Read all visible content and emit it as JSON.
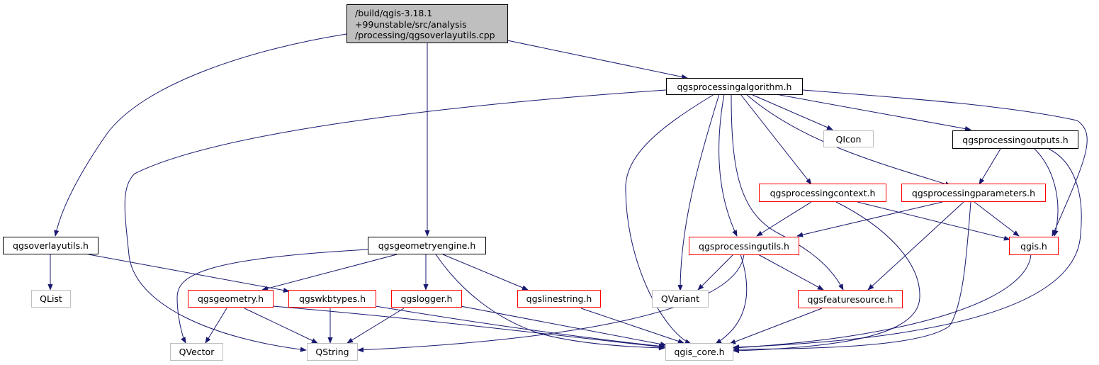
{
  "colors": {
    "edge": "#191970",
    "normal_border": "#000000",
    "truncated_border": "#ff0000",
    "external_border": "#bfbfbf",
    "root_fill": "#bfbfbf"
  },
  "root": {
    "lines": [
      "/build/qgis-3.18.1",
      "+99unstable/src/analysis",
      "/processing/qgsoverlayutils.cpp"
    ]
  },
  "nodes": {
    "algorithm": "qgsprocessingalgorithm.h",
    "overlayutils_h": "qgsoverlayutils.h",
    "geometryengine": "qgsgeometryengine.h",
    "qicon": "QIcon",
    "outputs": "qgsprocessingoutputs.h",
    "context": "qgsprocessingcontext.h",
    "parameters": "qgsprocessingparameters.h",
    "utils": "qgsprocessingutils.h",
    "qgis": "qgis.h",
    "qlist": "QList",
    "geometry": "qgsgeometry.h",
    "wkbtypes": "qgswkbtypes.h",
    "logger": "qgslogger.h",
    "linestring": "qgslinestring.h",
    "qvariant": "QVariant",
    "featuresource": "qgsfeaturesource.h",
    "qvector": "QVector",
    "qstring": "QString",
    "qgis_core": "qgis_core.h"
  }
}
